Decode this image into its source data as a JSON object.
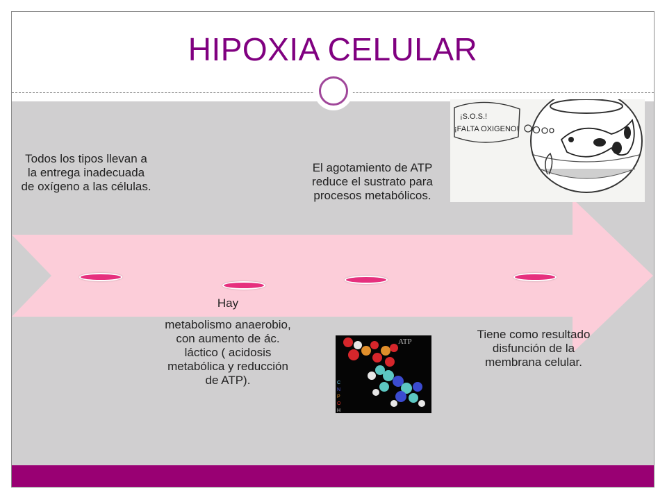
{
  "title": "HIPOXIA CELULAR",
  "colors": {
    "title": "#800080",
    "background_band": "#d0cfd0",
    "arrow": "#fccdd9",
    "bottom_bar": "#990073",
    "markers": "#e6307e"
  },
  "steps": [
    {
      "text": "Todos los tipos llevan a la entrega inadecuada de oxígeno a las células."
    },
    {
      "lead": "Hay",
      "text": "metabolismo anaerobio, con aumento de ác. láctico ( acidosis metabólica y reducción de ATP)."
    },
    {
      "text": "El agotamiento de ATP reduce el sustrato para procesos metabólicos."
    },
    {
      "text": "Tiene como resultado disfunción de la membrana celular."
    }
  ],
  "cartoon": {
    "speech_line1": "¡S.O.S.!",
    "speech_line2": "¡FALTA OXIGENO!"
  },
  "atp_image": {
    "label": "ATP",
    "legend": [
      "C",
      "N",
      "P",
      "O",
      "H"
    ]
  }
}
